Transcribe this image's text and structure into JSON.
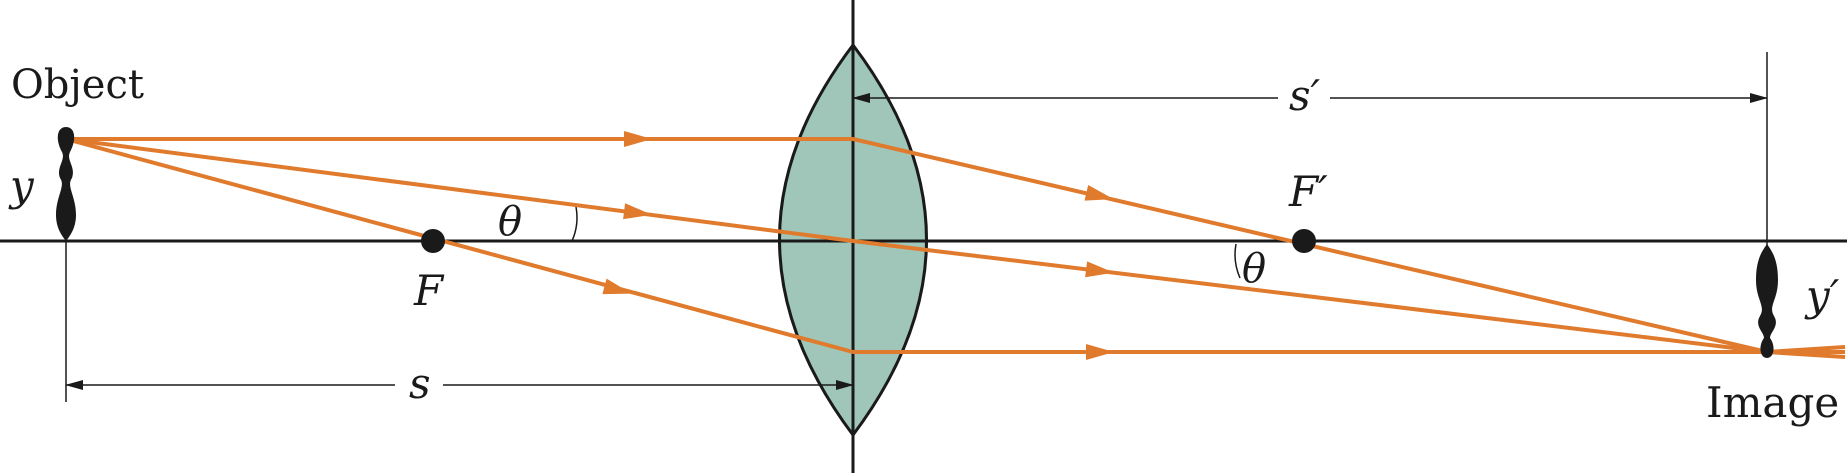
{
  "labels": {
    "object": "Object",
    "image": "Image",
    "y": "y",
    "y_prime": "y′",
    "focal_front": "F",
    "focal_back": "F′",
    "s": "s",
    "s_prime": "s′",
    "theta_left": "θ",
    "theta_right": "θ"
  },
  "colors": {
    "ray": "#e07a2c",
    "lens_fill": "#9fc6b9",
    "ink": "#1a1a1a"
  }
}
